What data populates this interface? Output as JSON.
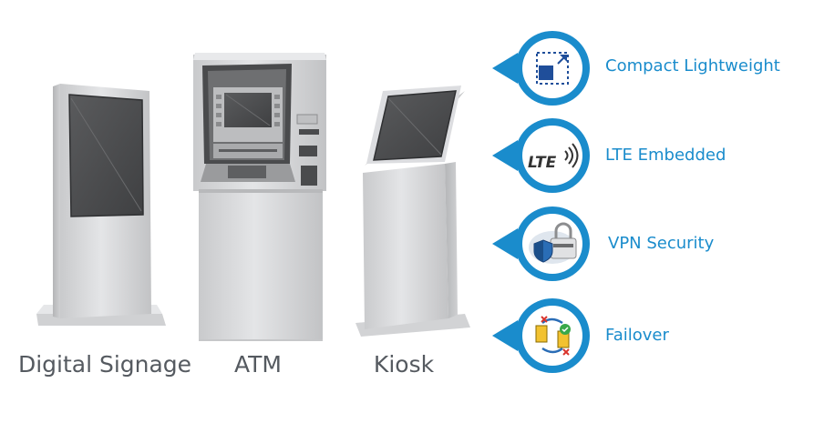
{
  "devices": [
    {
      "label": "Digital Signage",
      "icon": "digital-signage-illustration"
    },
    {
      "label": "ATM",
      "icon": "atm-illustration"
    },
    {
      "label": "Kiosk",
      "icon": "kiosk-illustration"
    }
  ],
  "features": [
    {
      "label": "Compact Lightweight",
      "icon": "compact-resize-icon"
    },
    {
      "label": "LTE Embedded",
      "icon": "lte-signal-icon",
      "icon_text": "LTE"
    },
    {
      "label": "VPN Security",
      "icon": "vpn-shield-lock-icon"
    },
    {
      "label": "Failover",
      "icon": "failover-sim-icon"
    }
  ],
  "colors": {
    "accent": "#1a8ccc",
    "label_gray": "#555a60",
    "device_body": "#d7d8da",
    "screen": "#4d4e50"
  }
}
